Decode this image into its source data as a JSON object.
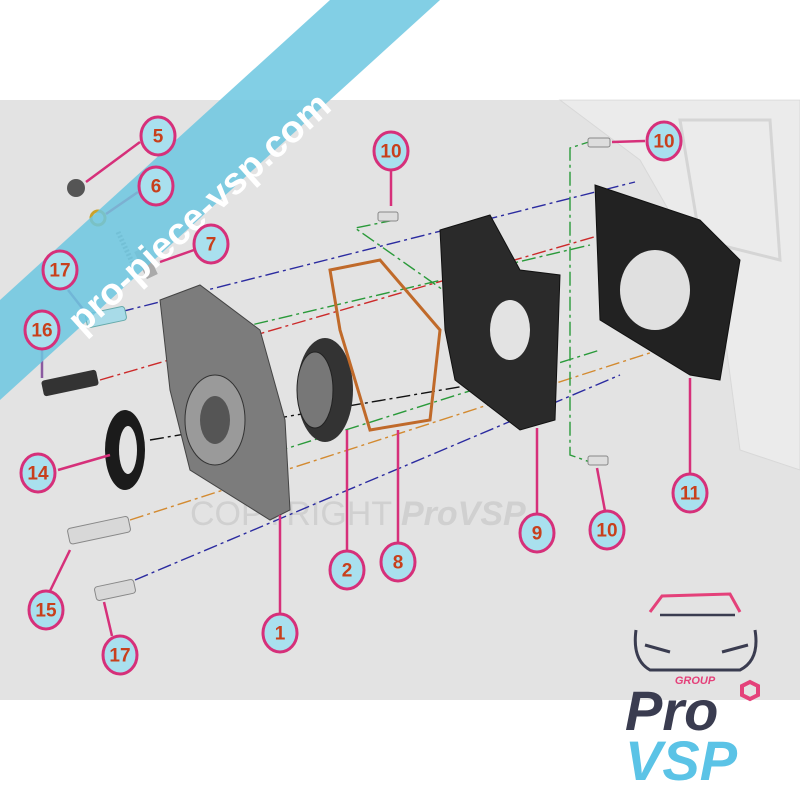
{
  "watermark_banner": "pro-piece-vsp.com",
  "copyright_watermark": {
    "prefix": "COPYRIGHT",
    "brand": "ProVSP"
  },
  "callouts": [
    "5",
    "6",
    "7",
    "17",
    "16",
    "14",
    "15",
    "17",
    "1",
    "2",
    "8",
    "9",
    "10",
    "10",
    "10",
    "11"
  ],
  "logo": {
    "group": "GROUP",
    "line1": "Pro",
    "line2": "VSP"
  },
  "colors": {
    "callout_border": "#d6307a",
    "callout_fill": "#a9e0ee",
    "callout_text": "#c8401c",
    "banner": "#6cc7e0",
    "logo_dark": "#3a3c50",
    "logo_blue": "#5bc3e6",
    "logo_pink": "#e4417a"
  }
}
